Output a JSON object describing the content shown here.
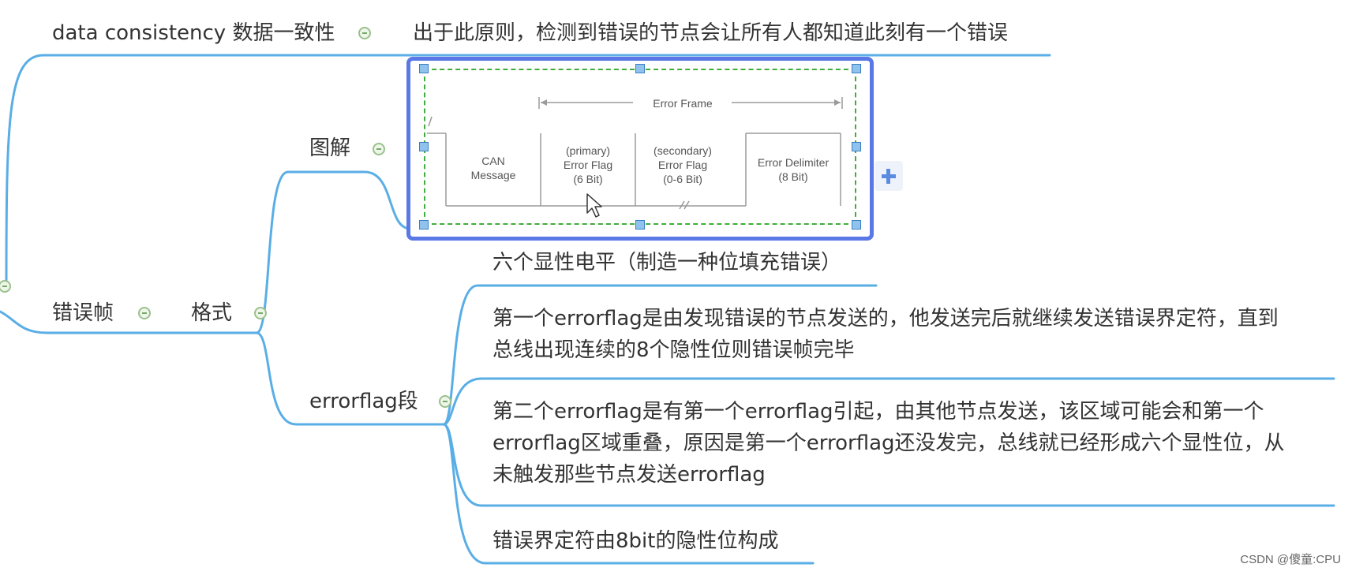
{
  "nodes": {
    "data_consistency_label": "data consistency 数据一致性",
    "data_consistency_desc": "出于此原则，检测到错误的节点会让所有人都知道此刻有一个错误",
    "error_frame": "错误帧",
    "format": "格式",
    "diagram": "图解",
    "errorflag_segment": "errorflag段",
    "leaf_six_dominant": "六个显性电平（制造一种位填充错误）",
    "leaf_first_errorflag": [
      "第一个errorflag是由发现错误的节点发送的，他发送完后就继续发送错误界定符，直到",
      "总线出现连续的8个隐性位则错误帧完毕"
    ],
    "leaf_second_errorflag": [
      "第二个errorflag是有第一个errorflag引起，由其他节点发送，该区域可能会和第一个",
      "errorflag区域重叠，原因是第一个errorflag还没发完，总线就已经形成六个显性位，从",
      "未触发那些节点发送errorflag"
    ],
    "leaf_delimiter": "错误界定符由8bit的隐性位构成"
  },
  "diagram": {
    "title": "Error Frame",
    "cells": [
      "CAN\nMessage",
      "(primary)\nError Flag\n(6 Bit)",
      "(secondary)\nError Flag\n(0-6 Bit)",
      "Error Delimiter\n(8 Bit)"
    ]
  },
  "watermark": "CSDN @傻童:CPU",
  "icons": [
    "collapse-icon",
    "expand-plus-icon",
    "mouse-cursor-icon",
    "resize-handle"
  ],
  "colors": {
    "branch": "#5aaee6",
    "frame_border": "#5a78e6",
    "selection_dash": "#3fae3a",
    "collapse": "#9ac18c",
    "text": "#333333"
  }
}
